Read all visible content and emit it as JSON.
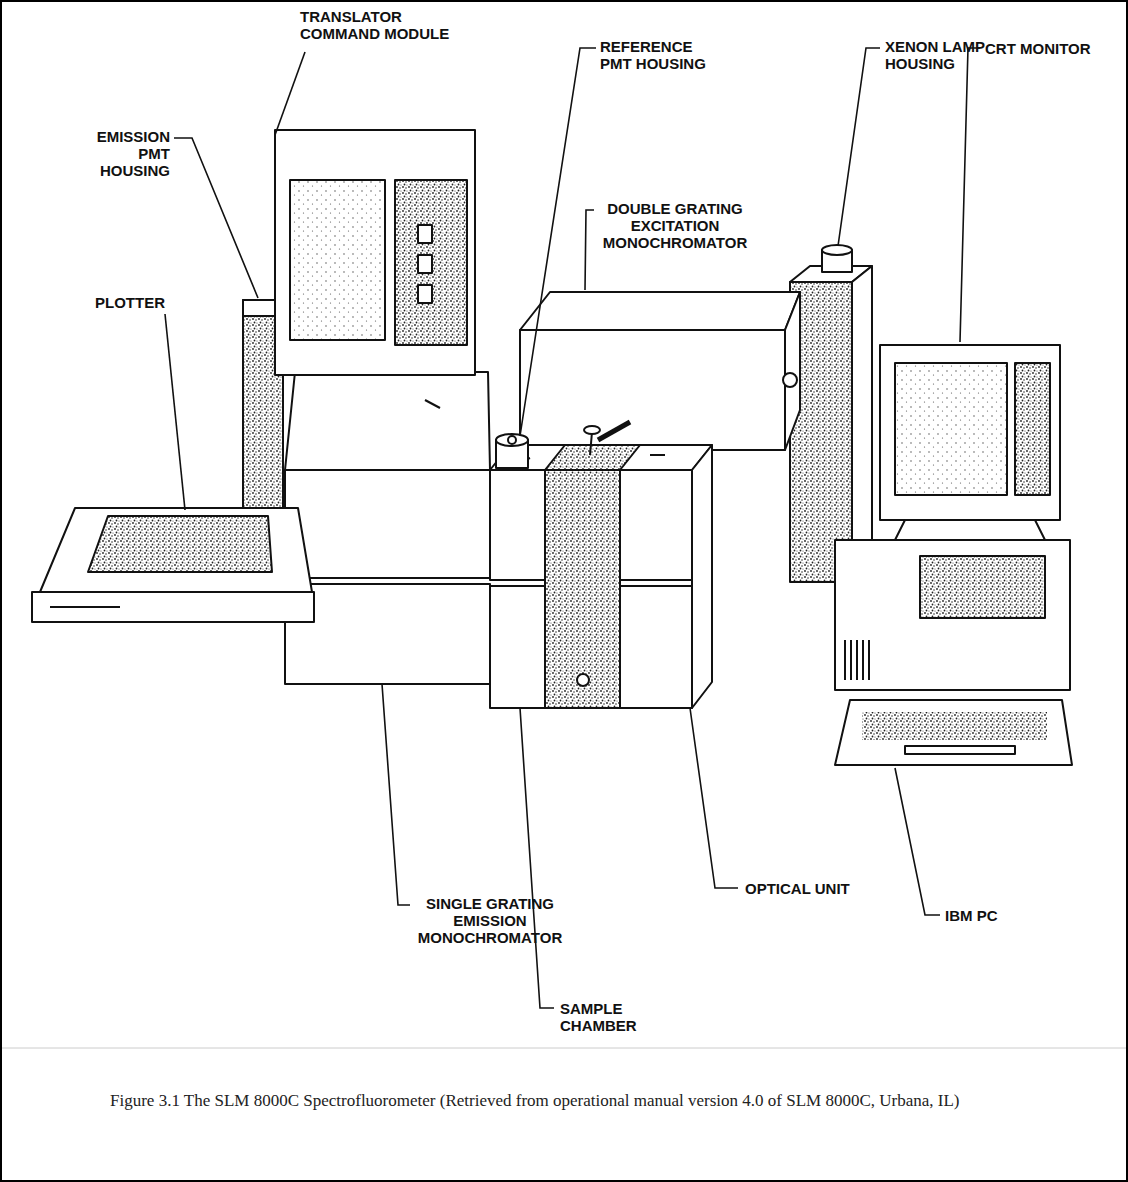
{
  "diagram": {
    "caption": "Figure 3.1 The SLM 8000C Spectrofluorometer (Retrieved from operational manual version 4.0 of SLM 8000C, Urbana, IL)",
    "labels": [
      "TRANSLATOR COMMAND MODULE",
      "REFERENCE PMT HOUSING",
      "XENON LAMP HOUSING",
      "CRT MONITOR",
      "DOUBLE GRATING EXCITATION MONOCHROMATOR",
      "EMISSION PMT HOUSING",
      "PLOTTER",
      "SINGLE GRATING EMISSION MONOCHROMATOR",
      "OPTICAL UNIT",
      "SAMPLE CHAMBER",
      "IBM PC"
    ]
  }
}
